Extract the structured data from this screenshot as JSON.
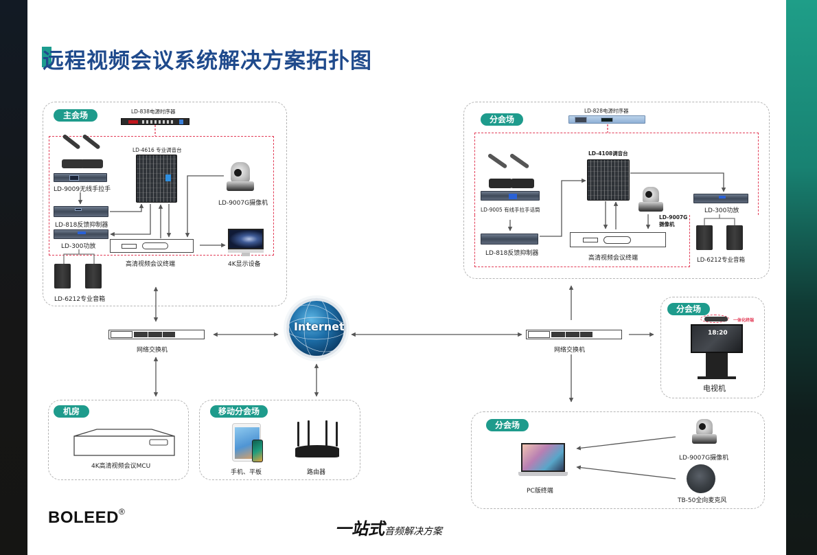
{
  "title": "远程视频会议系统解决方案拓扑图",
  "colors": {
    "title": "#1f4a8c",
    "accent": "#1e9b8c",
    "red_dash": "#e23a55",
    "connector": "#555555"
  },
  "main_venue": {
    "badge": "主会场",
    "power_sequencer": "LD-838电源时序器",
    "mixer": "LD-4616 专业调音台",
    "wireless_mic": "LD-9009无线手拉手",
    "feedback_suppressor": "LD-818反馈抑制器",
    "amplifier": "LD-300功放",
    "camera": "LD-9007G摄像机",
    "terminal": "高清视频会议终端",
    "display": "4K显示设备",
    "speakers": "LD-6212专业音箱"
  },
  "branch_venue": {
    "badge": "分会场",
    "power_sequencer": "LD-828电源时序器",
    "mixer": "LD-4108调音台",
    "wired_mic": "LD-9005 有线手拉手话筒",
    "feedback_suppressor": "LD-818反馈抑制器",
    "camera_line1": "LD-9007G",
    "camera_line2": "摄像机",
    "amplifier": "LD-300功放",
    "terminal": "高清视频会议终端",
    "speakers": "LD-6212专业音箱"
  },
  "network": {
    "left_switch": "网络交换机",
    "right_switch": "网络交换机",
    "internet": "Internet"
  },
  "tv_venue": {
    "badge": "分会场",
    "note": "一体化终端",
    "clock": "18:20",
    "label": "电视机"
  },
  "machine_room": {
    "badge": "机房",
    "label": "4K高清视频会议MCU"
  },
  "mobile_venue": {
    "badge": "移动分会场",
    "devices": "手机、平板",
    "router": "路由器"
  },
  "pc_venue": {
    "badge": "分会场",
    "pc": "PC版终端",
    "camera": "LD-9007G摄像机",
    "mic": "TB-50全向麦克风"
  },
  "footer": {
    "brand": "BOLEED",
    "brand_mark": "®",
    "slogan_big": "一站式",
    "slogan_small": "音频解决方案"
  },
  "icons": [
    "power-sequencer",
    "mixer",
    "gooseneck-mic",
    "rack-unit",
    "ptz-camera",
    "speaker",
    "conference-terminal",
    "monitor",
    "network-switch",
    "globe",
    "mcu",
    "tablet",
    "phone",
    "router",
    "laptop",
    "conference-puck",
    "tv-cart"
  ]
}
